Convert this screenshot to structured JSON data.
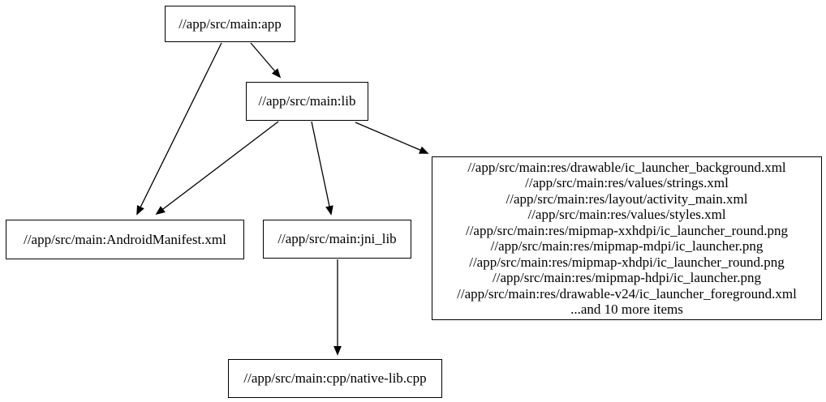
{
  "diagram": {
    "type": "dependency-graph",
    "background_color": "#ffffff",
    "node_fill_color": "#ffffff",
    "node_border_color": "#000000",
    "text_color": "#000000",
    "edge_color": "#000000",
    "nodes": [
      {
        "id": "app",
        "label": "//app/src/main:app"
      },
      {
        "id": "lib",
        "label": "//app/src/main:lib"
      },
      {
        "id": "android-manifest",
        "label": "//app/src/main:AndroidManifest.xml"
      },
      {
        "id": "jni-lib",
        "label": "//app/src/main:jni_lib"
      },
      {
        "id": "res-group",
        "lines": [
          "//app/src/main:res/drawable/ic_launcher_background.xml",
          "//app/src/main:res/values/strings.xml",
          "//app/src/main:res/layout/activity_main.xml",
          "//app/src/main:res/values/styles.xml",
          "//app/src/main:res/mipmap-xxhdpi/ic_launcher_round.png",
          "//app/src/main:res/mipmap-mdpi/ic_launcher.png",
          "//app/src/main:res/mipmap-xhdpi/ic_launcher_round.png",
          "//app/src/main:res/mipmap-hdpi/ic_launcher.png",
          "//app/src/main:res/drawable-v24/ic_launcher_foreground.xml",
          "...and 10 more items"
        ]
      },
      {
        "id": "native-lib-cpp",
        "label": "//app/src/main:cpp/native-lib.cpp"
      }
    ],
    "edges": [
      {
        "from": "app",
        "to": "android-manifest"
      },
      {
        "from": "app",
        "to": "lib"
      },
      {
        "from": "lib",
        "to": "android-manifest"
      },
      {
        "from": "lib",
        "to": "jni-lib"
      },
      {
        "from": "lib",
        "to": "res-group"
      },
      {
        "from": "jni-lib",
        "to": "native-lib-cpp"
      }
    ]
  }
}
